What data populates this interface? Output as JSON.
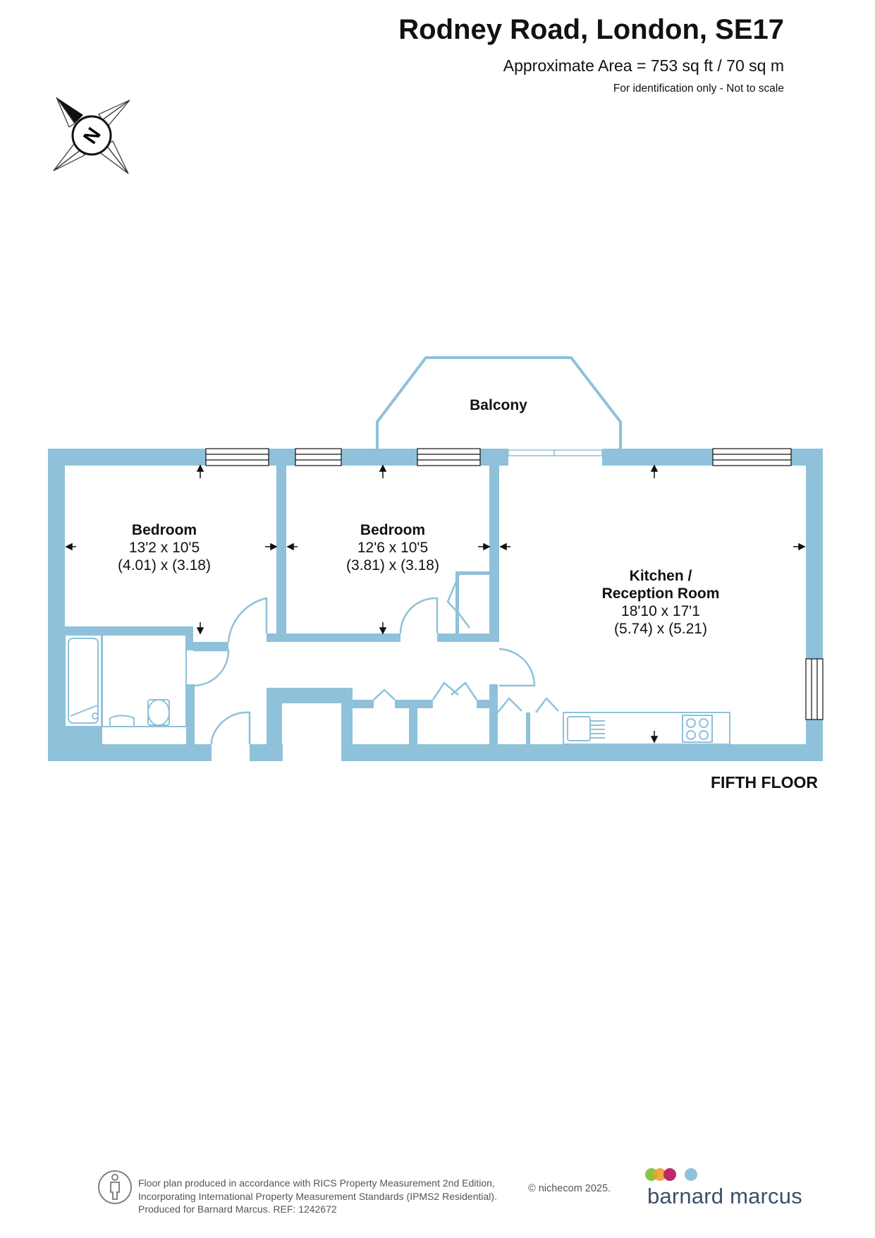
{
  "header": {
    "title": "Rodney Road, London, SE17",
    "area": "Approximate Area = 753 sq ft / 70 sq m",
    "note": "For identification only - Not to scale"
  },
  "compass": {
    "letter": "N"
  },
  "rooms": {
    "balcony": {
      "name": "Balcony"
    },
    "bedroom1": {
      "name": "Bedroom",
      "imperial": "13'2 x 10'5",
      "metric": "(4.01) x (3.18)"
    },
    "bedroom2": {
      "name": "Bedroom",
      "imperial": "12'6 x 10'5",
      "metric": "(3.81) x (3.18)"
    },
    "kitchen": {
      "name_line1": "Kitchen /",
      "name_line2": "Reception Room",
      "imperial": "18'10 x 17'1",
      "metric": "(5.74) x (5.21)"
    }
  },
  "floor_label": "FIFTH FLOOR",
  "footer": {
    "line1": "Floor plan produced in accordance with RICS Property Measurement 2nd Edition,",
    "line2": "Incorporating International Property Measurement Standards (IPMS2 Residential).",
    "line3": "Produced for Barnard Marcus.   REF:  1242672",
    "copyright": "© nichecom 2025.",
    "brand": "barnard marcus"
  },
  "colors": {
    "wall": "#8fc1da",
    "ink": "#111111",
    "brand_text": "#3d4f6a",
    "dot_green": "#8cc43f",
    "dot_orange": "#f0a030",
    "dot_magenta": "#c0266e",
    "dot_blue": "#8fc1da"
  }
}
